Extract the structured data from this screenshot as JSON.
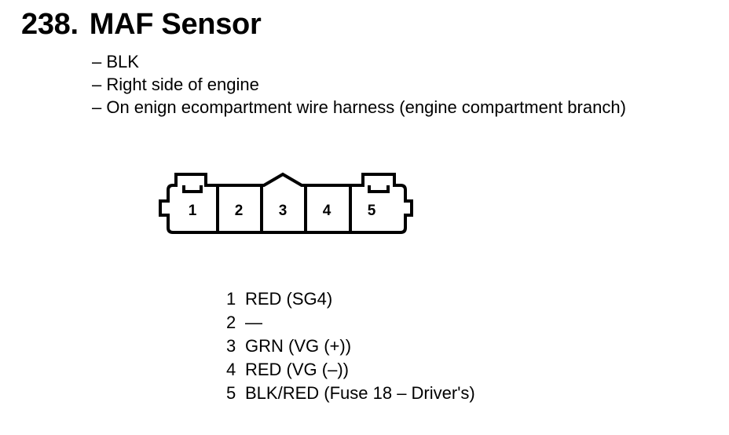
{
  "title": {
    "number": "238.",
    "name": "MAF Sensor"
  },
  "details": [
    "– BLK",
    "– Right side of engine",
    "– On enign ecompartment wire harness (engine compartment branch)"
  ],
  "connector": {
    "pins": [
      "1",
      "2",
      "3",
      "4",
      "5"
    ]
  },
  "pinout": [
    {
      "pin": "1",
      "wire": "RED (SG4)"
    },
    {
      "pin": "2",
      "wire": "—"
    },
    {
      "pin": "3",
      "wire": "GRN  (VG (+))"
    },
    {
      "pin": "4",
      "wire": "RED (VG (–))"
    },
    {
      "pin": "5",
      "wire": "BLK/RED (Fuse 18 – Driver's)"
    }
  ]
}
